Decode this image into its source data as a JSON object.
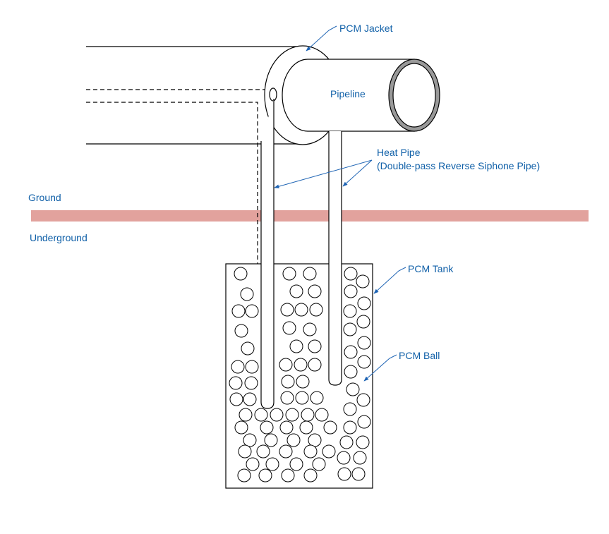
{
  "labels": {
    "pcm_jacket": "PCM Jacket",
    "pipeline": "Pipeline",
    "heat_pipe_line1": "Heat Pipe",
    "heat_pipe_line2": "(Double-pass Reverse Siphone Pipe)",
    "ground": "Ground",
    "underground": "Underground",
    "pcm_tank": "PCM Tank",
    "pcm_ball": "PCM Ball"
  },
  "colors": {
    "label_text": "#1060a8",
    "leader_line": "#1e64b4",
    "ground_band": "#e2a29d",
    "line": "#000000",
    "ring_fill": "#999999"
  }
}
